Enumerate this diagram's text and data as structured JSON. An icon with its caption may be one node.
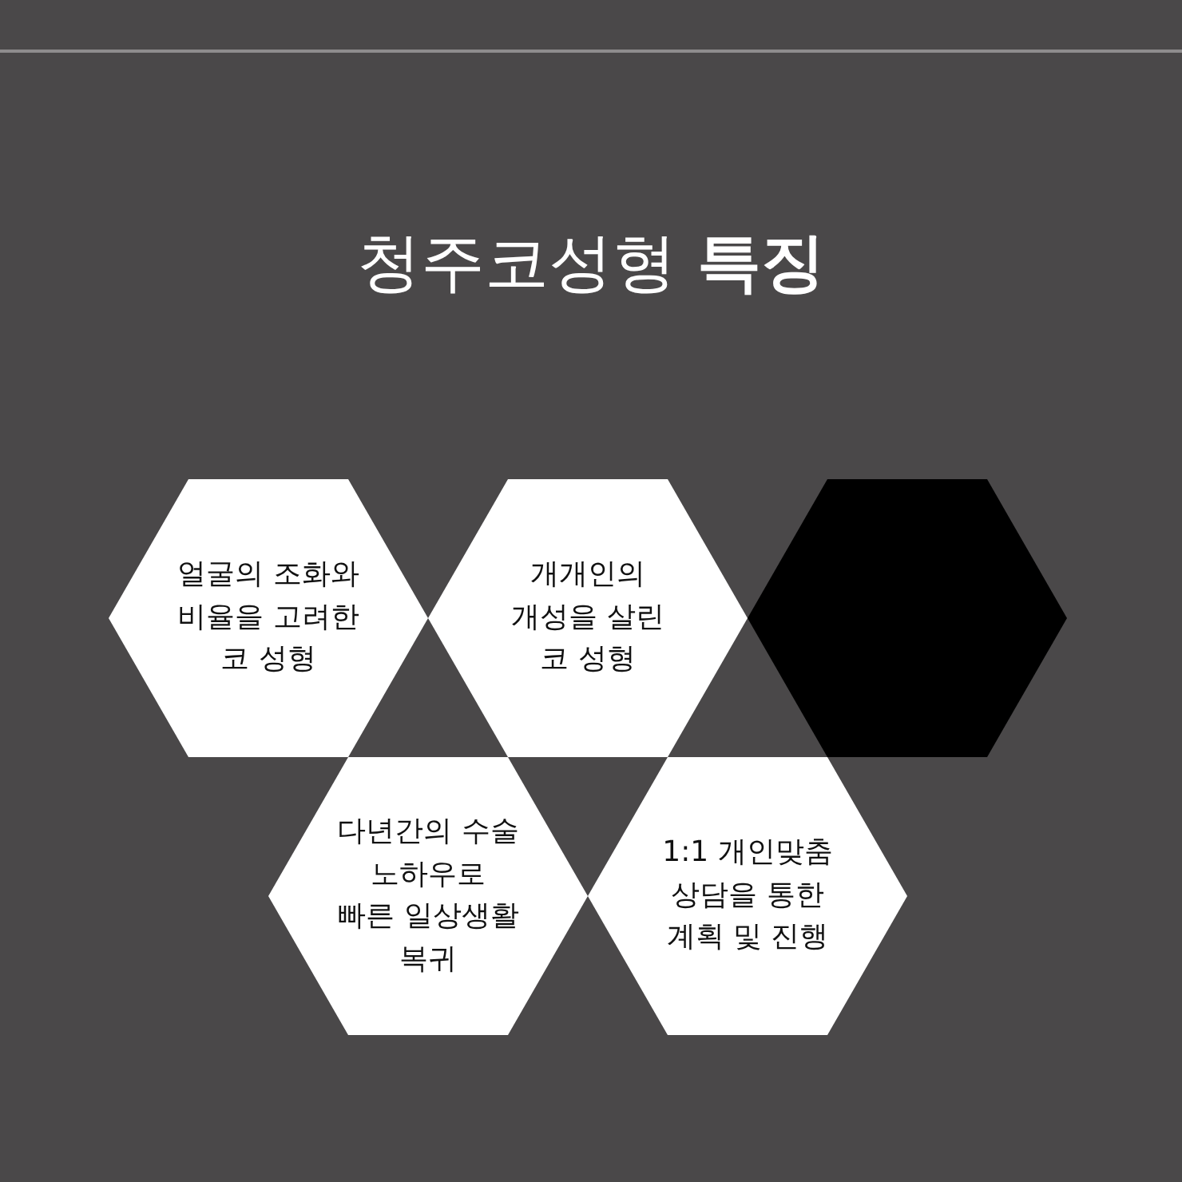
{
  "diagram": {
    "title": "청주코성형 **특징**",
    "nodes": [
      {
        "text": [
          "얼굴의 조화와 비율을 고려한 코 성형"
        ]
      },
      {
        "text": [
          "개개인의 개성을 살린 코 성형"
        ]
      },
      {
        "text": [],
        "shape": "hexagon"
      },
      {
        "text": [
          "다년간의 수술 노하우로 빠른 일상생활 복귀"
        ]
      },
      {
        "text": [
          "1:1 개인맞춤 상담을 통한 계획 및 진행"
        ]
      }
    ]
  }
}
